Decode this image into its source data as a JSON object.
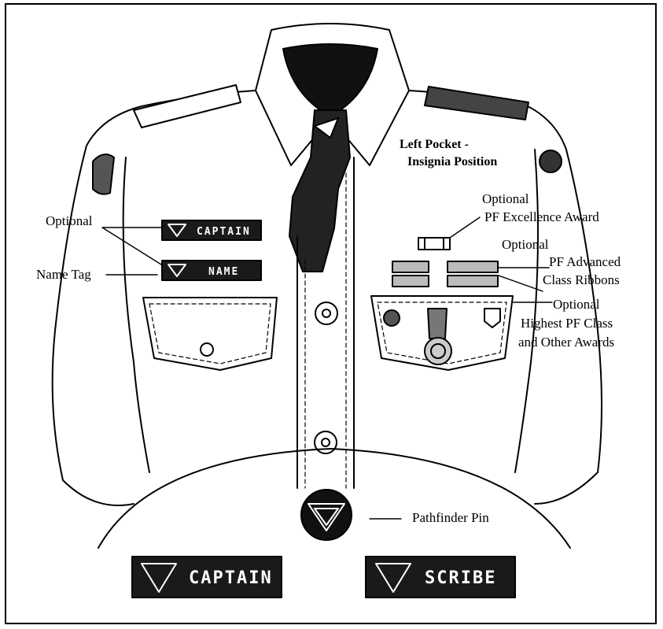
{
  "labels": {
    "left_pocket_line1": "Left Pocket -",
    "left_pocket_line2": "Insignia Position",
    "optional_excellence_line1": "Optional",
    "optional_excellence_line2": "PF Excellence Award",
    "optional_ribbons_line1": "Optional",
    "optional_ribbons_line2": "PF Advanced",
    "optional_ribbons_line3": "Class Ribbons",
    "optional_awards_line1": "Optional",
    "optional_awards_line2": "Highest PF Class",
    "optional_awards_line3": "and Other Awards",
    "optional_left": "Optional",
    "name_tag": "Name Tag",
    "pathfinder_pin": "Pathfinder Pin"
  },
  "tags": {
    "small_top": "CAPTAIN",
    "small_bottom": "NAME",
    "large_left": "CAPTAIN",
    "large_right": "SCRIBE"
  },
  "colors": {
    "ink": "#000000",
    "tag": "#1a1a1a",
    "shirt": "#ffffff"
  }
}
